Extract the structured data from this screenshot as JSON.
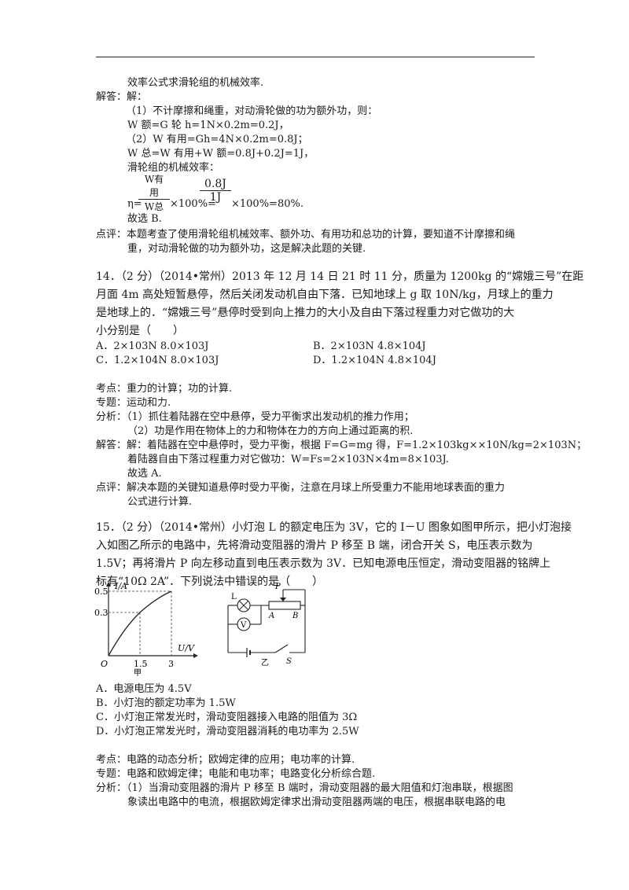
{
  "prev": {
    "l1": "效率公式求滑轮组的机械效率.",
    "l2": "解答：解：",
    "l3": "（1）不计摩擦和绳重，对动滑轮做的功为额外功，则：",
    "l4": "W 额=G 轮 h=1N×0.2m=0.2J，",
    "l5": "（2）W 有用=Gh=4N×0.2m=0.8J；",
    "l6": "W 总=W 有用+W 额=0.8J+0.2J=1J，",
    "l7": "滑轮组的机械效率：",
    "eta_prefix": "η=",
    "frac1_num": "W有用",
    "frac1_den": "W总",
    "mid": "×100%=",
    "frac2_num": "0.8J",
    "frac2_den": "1J",
    "eta_result": "×100%=80%.",
    "choice": "故选 B.",
    "comment1": "点评：本题考查了使用滑轮组机械效率、额外功、有用功和总功的计算，要知道不计摩擦和绳",
    "comment2": "重，对动滑轮做的功为额外功，这是解决此题的关键."
  },
  "q14": {
    "l1": "14．（2 分）（2014•常州）2013 年 12 月 14 日 21 时 11 分，质量为 1200kg 的“嫦娥三号”在距",
    "l2": "月面 4m 高处短暂悬停，然后关闭发动机自由下落．已知地球上 g 取 10N/kg，月球上的重力",
    "l3": "是地球上的．“嫦娥三号”悬停时受到向上推力的大小及自由下落过程重力对它做功的大",
    "l4": "小分别是（　　）",
    "optA": "A．2×103N  8.0×103J",
    "optB": "B．2×103N  4.8×104J",
    "optC": "C．1.2×104N  8.0×103J",
    "optD": "D．1.2×104N  4.8×104J",
    "kaodian": "考点：重力的计算；功的计算.",
    "zhuanti": "专题：运动和力.",
    "fenxi1": "分析：（1）抓住着陆器在空中悬停，受力平衡求出发动机的推力作用；",
    "fenxi2": "（2）功是作用在物体上的力和物体在力的方向上通过距离的积.",
    "jieda1": "解答：解：着陆器在空中悬停时，受力平衡，根据 F=G=mg 得，F=1.2×103kg××10N/kg=2×103N；",
    "jieda2": "着陆器自由下落过程重力对它做功：W=Fs=2×103N×4m=8×103J.",
    "choice": "故选 A.",
    "comment1": "点评：解决本题的关键知道悬停时受力平衡，注意在月球上所受重力不能用地球表面的重力",
    "comment2": "公式进行计算."
  },
  "q15": {
    "l1": "15．（2 分）（2014•常州）小灯泡 L 的额定电压为 3V，它的 I－U 图象如图甲所示，把小灯泡接",
    "l2": "入如图乙所示的电路中，先将滑动变阻器的滑片 P 移至 B 端，闭合开关 S，电压表示数为",
    "l3": "1.5V；再将滑片 P 向左移动直到电压表示数为 3V．已知电源电压恒定，滑动变阻器的铭牌上",
    "l4": "标有“10Ω  2A”．下列说法中错误的是（　　）",
    "optA": "A．电源电压为 4.5V",
    "optB": "B．小灯泡的额定功率为 1.5W",
    "optC": "C．小灯泡正常发光时，滑动变阻器接入电路的阻值为 3Ω",
    "optD": "D．小灯泡正常发光时，滑动变阻器消耗的电功率为 2.5W",
    "kaodian": "考点：电路的动态分析；欧姆定律的应用；电功率的计算.",
    "zhuanti": "专题：电路和欧姆定律；电能和电功率；电路变化分析综合题.",
    "fenxi1": "分析：（1）当滑动变阻器的滑片 P 移至 B 端时，滑动变阻器的最大阻值和灯泡串联，根据图",
    "fenxi2": "象读出电路中的电流，根据欧姆定律求出滑动变阻器两端的电压，根据串联电路的电"
  },
  "figure_jia": {
    "ylabel": "I/A",
    "xlabel": "U/V",
    "origin": "O",
    "y_ticks": [
      "0.5",
      "0.3"
    ],
    "x_ticks": [
      "1.5",
      "3"
    ],
    "caption": "甲"
  },
  "figure_yi": {
    "lamp": "L",
    "voltmeter": "V",
    "slider": "P",
    "end_a": "A",
    "end_b": "B",
    "switch": "S",
    "caption": "乙"
  }
}
